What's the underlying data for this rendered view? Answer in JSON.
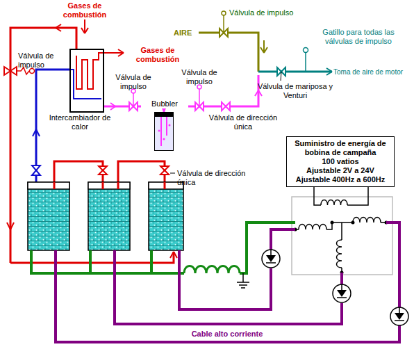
{
  "diagram": {
    "nodes": [
      {
        "text": [
          "Suministro de energía de bobina de campaña",
          "100 vatios",
          "Ajustable 2V a 24V",
          "Ajustable 400Hz a 600Hz"
        ]
      },
      {
        "text": [
          "Intercambiador de calor"
        ]
      },
      {
        "text": [
          "Bubbler"
        ]
      }
    ],
    "edges": [
      {
        "from": 1,
        "to": 2,
        "arrow": "to"
      }
    ],
    "labels": [
      "Gases de combustión",
      "Válvula de impulso",
      "Válvula de impulso",
      "Gases de combustión",
      "AIRE",
      "Gatillo para todas las válvulas de impulso",
      "Toma de aire de motor",
      "Válvula de mariposa y Venturi",
      "Válvula de impulso",
      "Válvula de impulso",
      "Válvula de dirección única",
      "Válvula de dirección única",
      "Cable alto corriente"
    ]
  }
}
